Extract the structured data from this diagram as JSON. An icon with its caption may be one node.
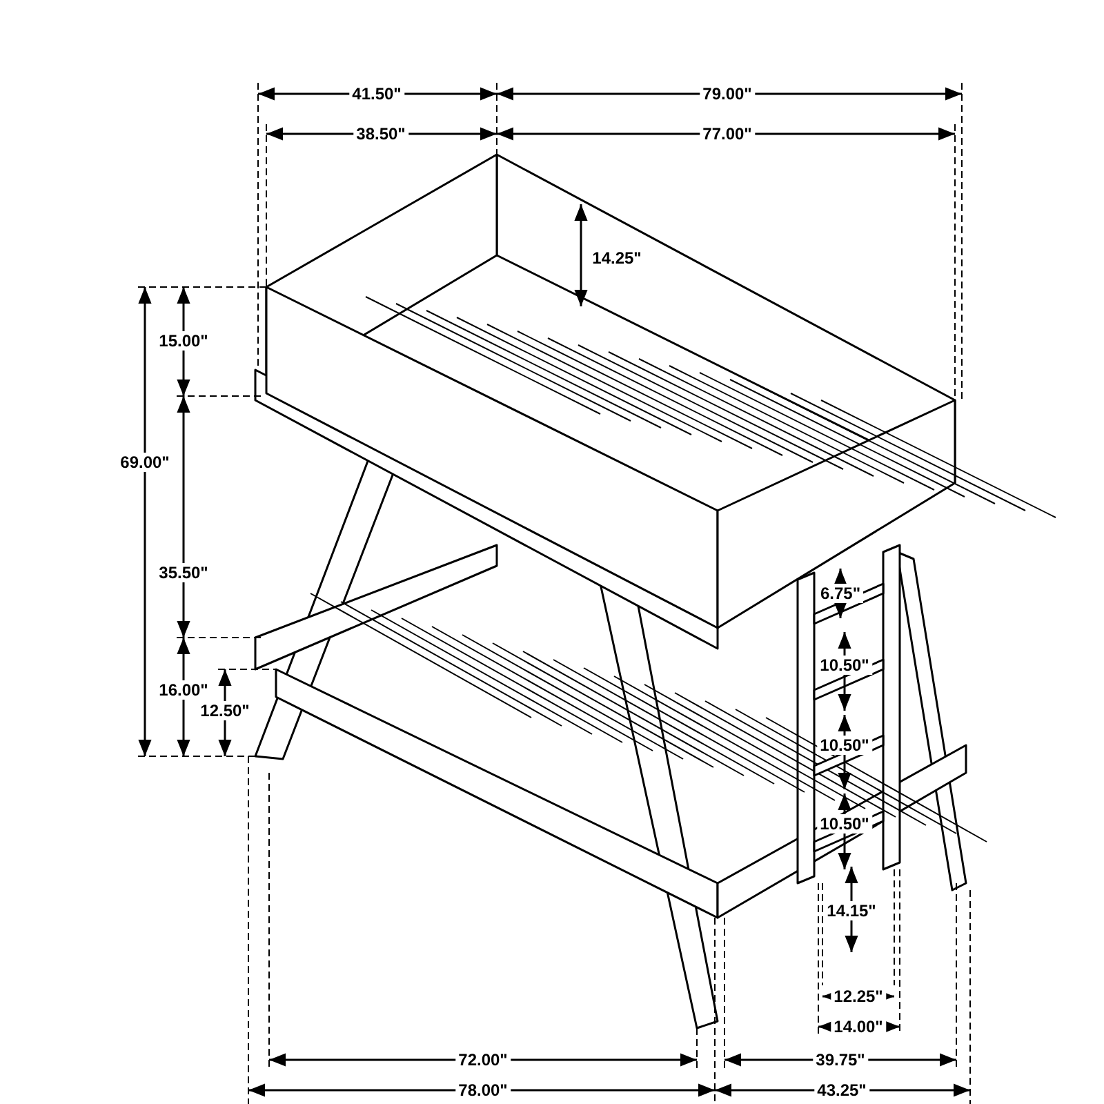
{
  "diagram": {
    "labels": [
      "41.50\"",
      "79.00\"",
      "38.50\"",
      "77.00\"",
      "14.25\"",
      "15.00\"",
      "69.00\"",
      "35.50\"",
      "6.75\"",
      "10.50\"",
      "16.00\"",
      "12.50\"",
      "10.50\"",
      "10.50\"",
      "14.15\"",
      "12.25\"",
      "14.00\"",
      "72.00\"",
      "39.75\"",
      "78.00\"",
      "43.25\""
    ]
  }
}
